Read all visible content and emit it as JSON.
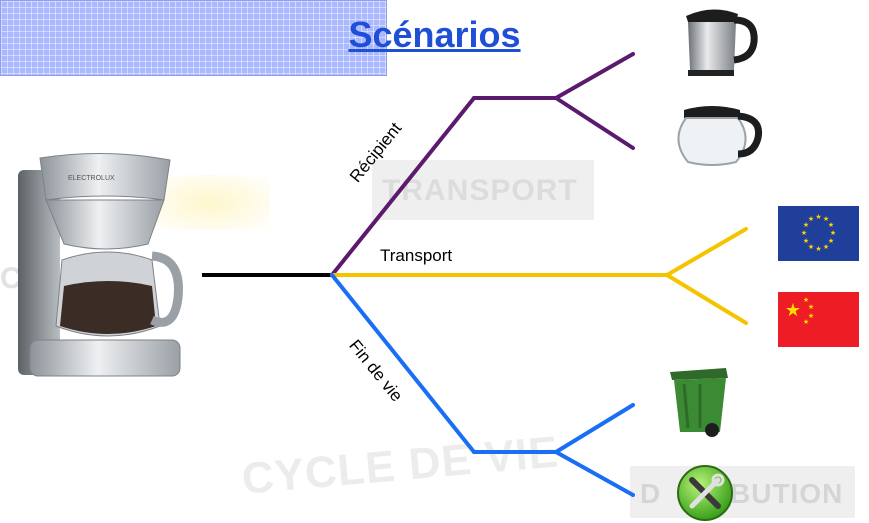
{
  "title": "Scénarios",
  "branches": {
    "recipient": "Récipient",
    "transport": "Transport",
    "end_of_life": "Fin de vie"
  },
  "background_words": {
    "transport": "TRANSPORT",
    "cycle": "CYCLE DE VIE",
    "distribution_left": "D",
    "distribution_right": "BUTION",
    "fragment": "C/"
  },
  "colors": {
    "trunk": "#000000",
    "recipient": "#5b1a6e",
    "transport": "#f5c400",
    "end_of_life": "#1a6ef5",
    "title_text": "#1f4fd6",
    "title_bg": "#aab8ff"
  },
  "icons": {
    "coffee_maker": "coffee-maker-icon",
    "thermal_carafe": "thermal-carafe-icon",
    "glass_carafe": "glass-carafe-icon",
    "eu_flag": "eu-flag-icon",
    "china_flag": "china-flag-icon",
    "wheelie_bin": "wheelie-bin-icon",
    "repair_tools": "repair-tools-icon"
  }
}
